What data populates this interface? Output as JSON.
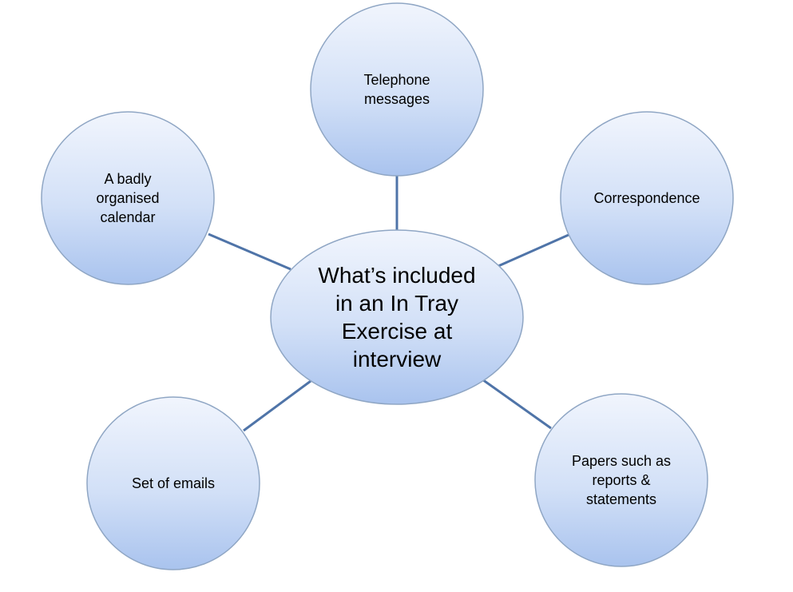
{
  "diagram": {
    "center": {
      "lines": [
        "What’s included",
        "in an In Tray",
        "Exercise at",
        "interview"
      ]
    },
    "nodes": {
      "telephone": {
        "lines": [
          "Telephone",
          "messages"
        ]
      },
      "correspondence": {
        "lines": [
          "Correspondence"
        ]
      },
      "papers": {
        "lines": [
          "Papers such as",
          "reports &",
          "statements"
        ]
      },
      "emails": {
        "lines": [
          "Set of emails"
        ]
      },
      "calendar": {
        "lines": [
          "A badly",
          "organised",
          "calendar"
        ]
      }
    },
    "colors": {
      "fill_top": "#f1f5fd",
      "fill_bottom": "#a9c3ee",
      "connector": "#4f74a8",
      "outline": "#8fa6c4"
    }
  }
}
